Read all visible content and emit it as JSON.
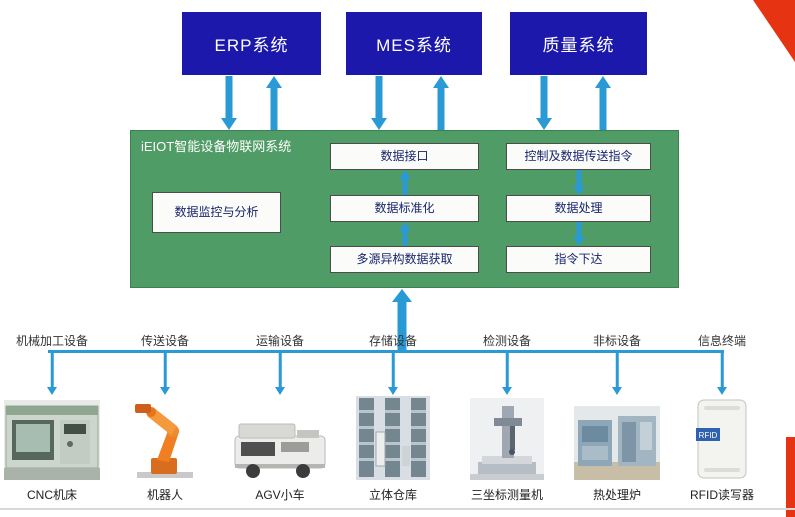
{
  "colors": {
    "navy": "#1c18ab",
    "green": "#4f9c66",
    "arrow": "#2a9ad6",
    "red": "#e63312",
    "boxText": "#17246d",
    "label": "#333333"
  },
  "systems": [
    {
      "label": "ERP系统"
    },
    {
      "label": "MES系统"
    },
    {
      "label": "质量系统"
    }
  ],
  "platform": {
    "title": "iEIOT智能设备物联网系统",
    "monitor_box": "数据监控与分析",
    "data_flow": [
      "数据接口",
      "数据标准化",
      "多源异构数据获取"
    ],
    "command_flow": [
      "控制及数据传送指令",
      "数据处理",
      "指令下达"
    ]
  },
  "devices": [
    {
      "category": "机械加工设备",
      "name": "CNC机床"
    },
    {
      "category": "传送设备",
      "name": "机器人"
    },
    {
      "category": "运输设备",
      "name": "AGV小车"
    },
    {
      "category": "存储设备",
      "name": "立体仓库"
    },
    {
      "category": "检测设备",
      "name": "三坐标测量机"
    },
    {
      "category": "非标设备",
      "name": "热处理炉"
    },
    {
      "category": "信息终端",
      "name": "RFID读写器",
      "image_text": "RFID"
    }
  ]
}
